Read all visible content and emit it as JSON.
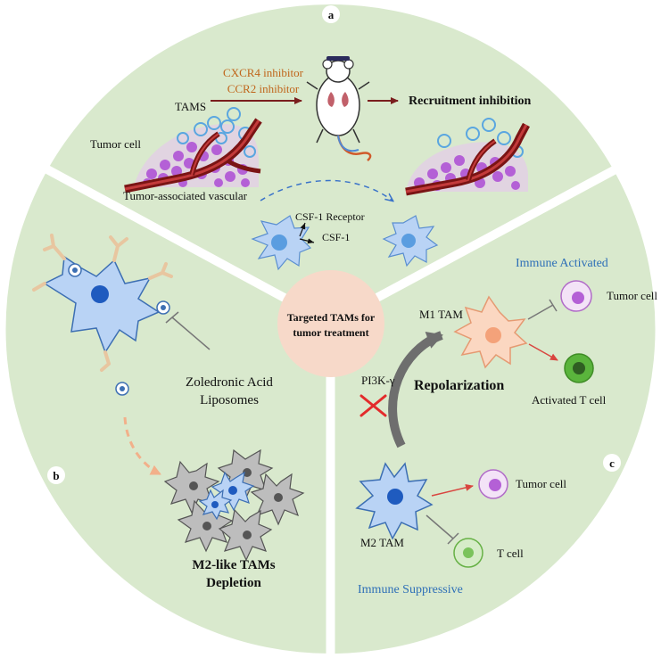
{
  "panels": {
    "a": {
      "badge": "a",
      "inhibitor_line1": "CXCR4 inhibitor",
      "inhibitor_line2": "CCR2 inhibitor",
      "tams_label": "TAMS",
      "tumor_cell_label": "Tumor cell",
      "vascular_label": "Tumor-associated vascular",
      "result_label": "Recruitment inhibition",
      "csf_receptor_label": "CSF-1 Receptor",
      "csf_label": "CSF-1"
    },
    "b": {
      "badge": "b",
      "drug_line1": "Zoledronic Acid",
      "drug_line2": "Liposomes",
      "result_line1": "M2-like TAMs",
      "result_line2": "Depletion"
    },
    "c": {
      "badge": "c",
      "immune_activated": "Immune Activated",
      "m1_label": "M1 TAM",
      "tumor_cell_top": "Tumor cell",
      "activated_t_cell": "Activated T cell",
      "pi3k_label": "PI3K-γ",
      "repolarization": "Repolarization",
      "m2_label": "M2 TAM",
      "tumor_cell_bottom": "Tumor cell",
      "t_cell": "T cell",
      "immune_suppressive": "Immune Suppressive"
    }
  },
  "center": {
    "line1": "Targeted TAMs for",
    "line2": "tumor treatment"
  },
  "colors": {
    "panel_bg": "#d9e9cd",
    "center_bg": "#f7d9c9",
    "inhibitor_text": "#c0651a",
    "blue_text": "#2e6fb7",
    "arrow_dark_red": "#7a1e1e",
    "vessel": "#8b1c1c",
    "cell_blue": "#b9d3f5",
    "cell_blue_stroke": "#3d6fb3",
    "nucleus_blue": "#1f5bbf",
    "m1_fill": "#fbd7c1",
    "tumor_purple": "#d9a6e6",
    "tcell_green": "#7ac35b"
  }
}
